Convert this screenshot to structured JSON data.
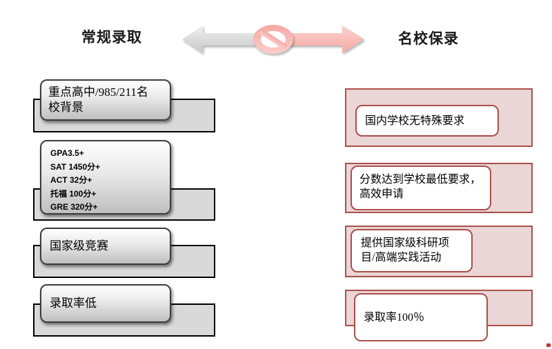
{
  "titles": {
    "left": "常规录取",
    "right": "名校保录"
  },
  "arrow": {
    "left_icon": "gray-left-arrow",
    "right_icon": "pink-right-arrow",
    "center_icon": "prohibition-sign"
  },
  "left_column": {
    "items": [
      {
        "text": "重点高中/985/211名校背景"
      },
      {
        "lines": [
          "GPA3.5+",
          "SAT 1450分+",
          "ACT 32分+",
          "托福 100分+",
          "GRE 320分+"
        ]
      },
      {
        "text": "国家级竞赛"
      },
      {
        "text": "录取率低"
      }
    ]
  },
  "right_column": {
    "items": [
      {
        "text": "国内学校无特殊要求"
      },
      {
        "text": "分数达到学校最低要求，高效申请"
      },
      {
        "text": "提供国家级科研项目/高端实践活动"
      },
      {
        "text": "录取率100％"
      }
    ]
  },
  "colors": {
    "background": "#ffffff",
    "title_text": "#1a1a1a",
    "left_shelf_fill": "#d9d9d9",
    "left_shelf_border": "#000000",
    "left_card_border": "#3c3c3c",
    "left_card_gradient_top": "#fefefe",
    "left_card_gradient_bottom": "#bfbfbf",
    "right_panel_fill": "#ead6d6",
    "right_border": "#ab4e49",
    "right_card_fill": "#ffffff",
    "arrow_gray_top": "#ededed",
    "arrow_gray_bottom": "#c9c9c9",
    "arrow_pink_top": "#fbd1ce",
    "arrow_pink_bottom": "#f6a9a4",
    "prohibition_pink": "#f6a9a4",
    "corner_mark": "#c0392b"
  }
}
